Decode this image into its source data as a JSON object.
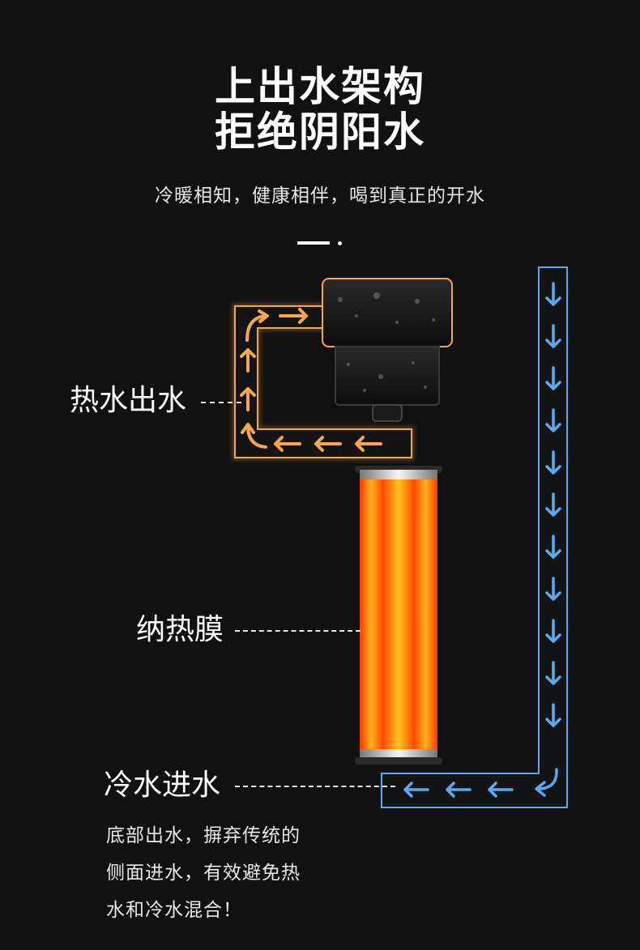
{
  "header": {
    "title_line1": "上出水架构",
    "title_line2": "拒绝阴阳水",
    "subtitle": "冷暖相知，健康相伴，喝到真正的开水"
  },
  "labels": {
    "hot_water_out": "热水出水",
    "membrane": "纳热膜",
    "cold_water_in": "冷水进水"
  },
  "note": {
    "line1": "底部出水，摒弃传统的",
    "line2": "侧面进水，有效避免热",
    "line3": "水和冷水混合！"
  },
  "colors": {
    "background": "#111112",
    "hot_flow": "#f5a653",
    "cold_flow": "#5aaaf0",
    "membrane_core": "#ff5a10"
  },
  "icons": {
    "hot_arrow": "arrow-icon",
    "cold_arrow": "arrow-icon"
  }
}
